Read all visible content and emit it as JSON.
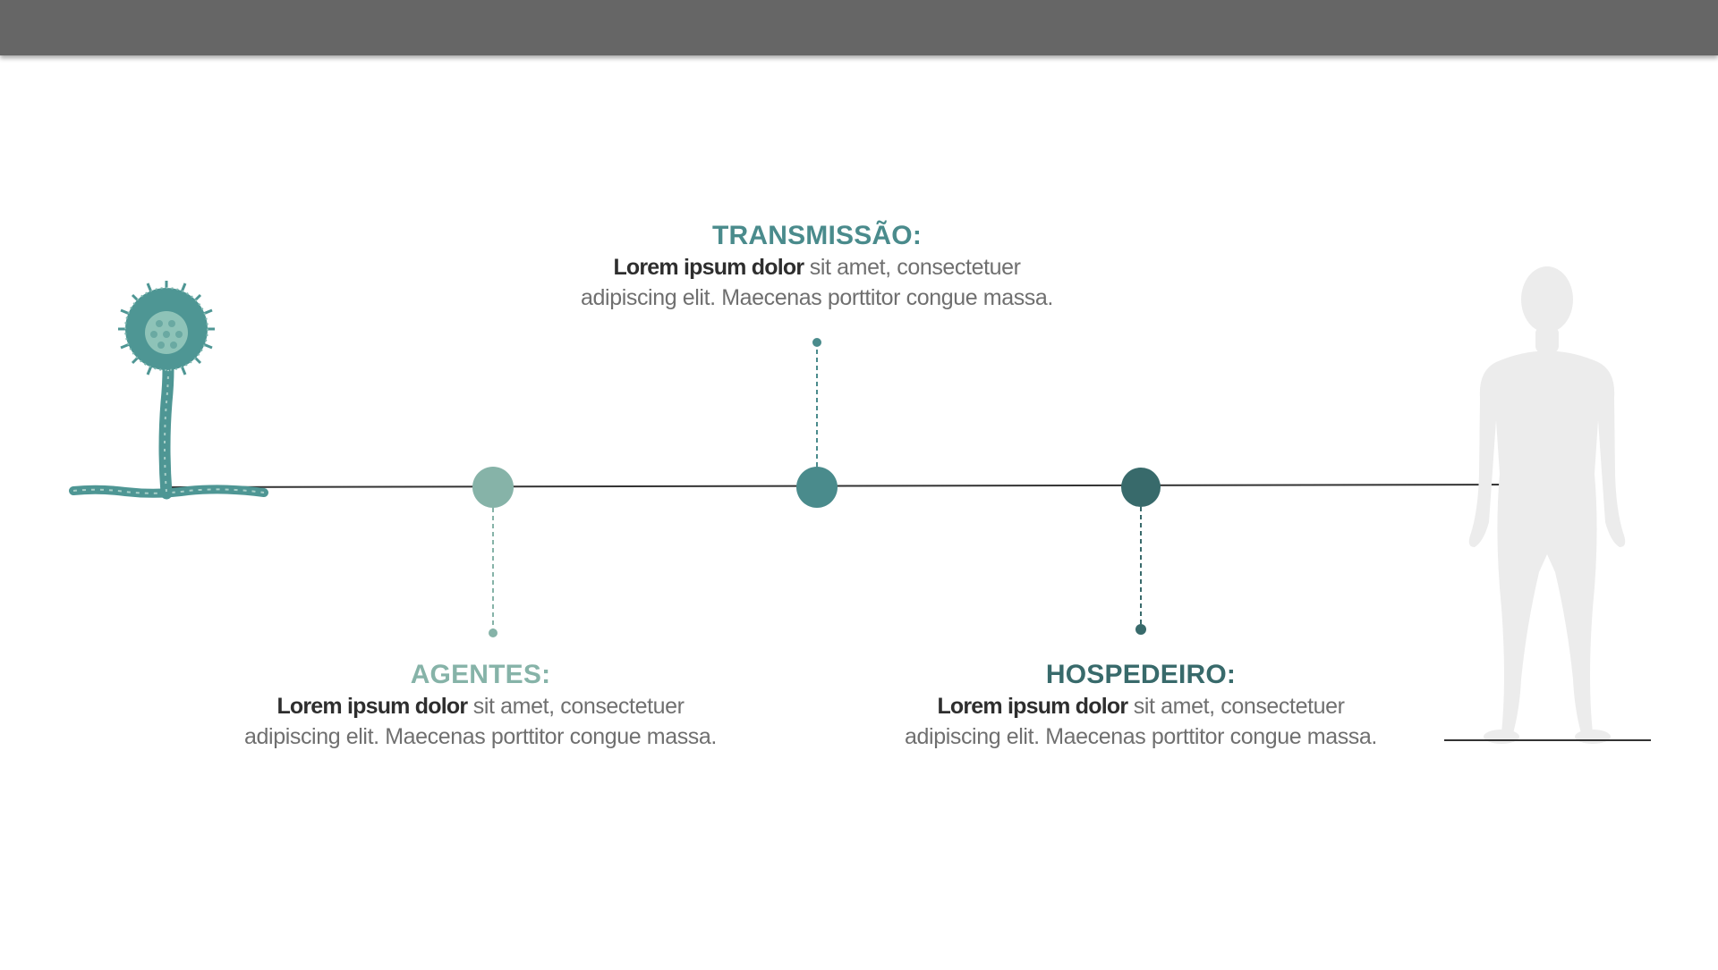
{
  "colors": {
    "teal_light": "#86b3a8",
    "teal_mid": "#4a8b8c",
    "teal_dark": "#386a6b",
    "axis": "#333333",
    "human": "#ececec"
  },
  "icons": {
    "fungus": "fungus-sporangium-icon",
    "human": "human-silhouette-icon"
  },
  "nodes": [
    {
      "id": "agentes",
      "title": "AGENTES:",
      "lead": "Lorem ipsum dolor",
      "text_line1": "sit amet, consectetuer",
      "text_line2": "adipiscing elit. Maecenas porttitor congue massa.",
      "color": "#86b3a8"
    },
    {
      "id": "transmissao",
      "title": "TRANSMISSÃO:",
      "lead": "Lorem ipsum dolor",
      "text_line1": "sit amet, consectetuer",
      "text_line2": "adipiscing elit. Maecenas porttitor congue massa.",
      "color": "#4a8b8c"
    },
    {
      "id": "hospedeiro",
      "title": "HOSPEDEIRO:",
      "lead": "Lorem ipsum dolor",
      "text_line1": "sit amet, consectetuer",
      "text_line2": "adipiscing elit. Maecenas porttitor congue massa.",
      "color": "#386a6b"
    }
  ]
}
